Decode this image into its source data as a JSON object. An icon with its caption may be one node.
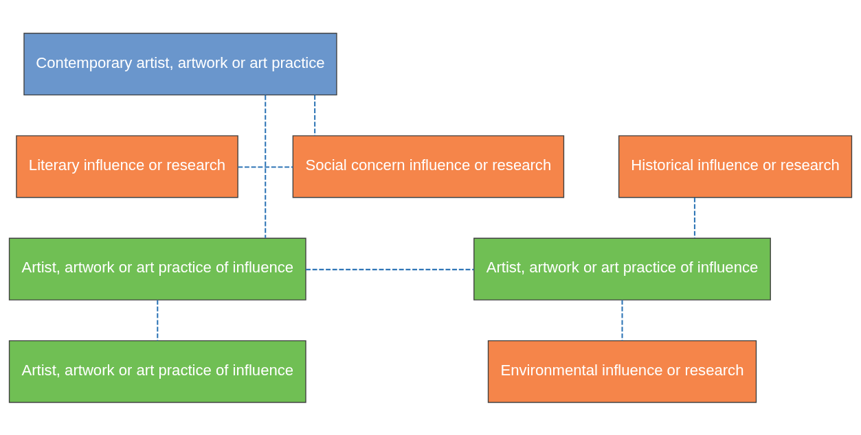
{
  "diagram": {
    "nodes": [
      {
        "text": [
          "Contemporary artist, artwork or art practice"
        ]
      },
      {
        "text": [
          "Literary influence or research"
        ]
      },
      {
        "text": [
          "Social concern influence or research"
        ]
      },
      {
        "text": [
          "Historical influence or research"
        ]
      },
      {
        "text": [
          "Artist, artwork or art practice of influence"
        ]
      },
      {
        "text": [
          "Artist, artwork or art practice of influence"
        ]
      },
      {
        "text": [
          "Environmental influence or research"
        ]
      },
      {
        "text": [
          "Artist, artwork or art practice of influence"
        ]
      }
    ],
    "edges": [
      {
        "from": 0,
        "to": 2,
        "arrow": "none",
        "style": "dashed"
      },
      {
        "from": 0,
        "to": 4,
        "arrow": "none",
        "style": "dashed"
      },
      {
        "from": 1,
        "to": 2,
        "arrow": "none",
        "style": "dashed"
      },
      {
        "from": 4,
        "to": 5,
        "arrow": "none",
        "style": "dashed"
      },
      {
        "from": 3,
        "to": 5,
        "arrow": "none",
        "style": "dashed"
      },
      {
        "from": 5,
        "to": 6,
        "arrow": "none",
        "style": "dashed"
      },
      {
        "from": 4,
        "to": 7,
        "arrow": "none",
        "style": "dashed"
      }
    ]
  }
}
